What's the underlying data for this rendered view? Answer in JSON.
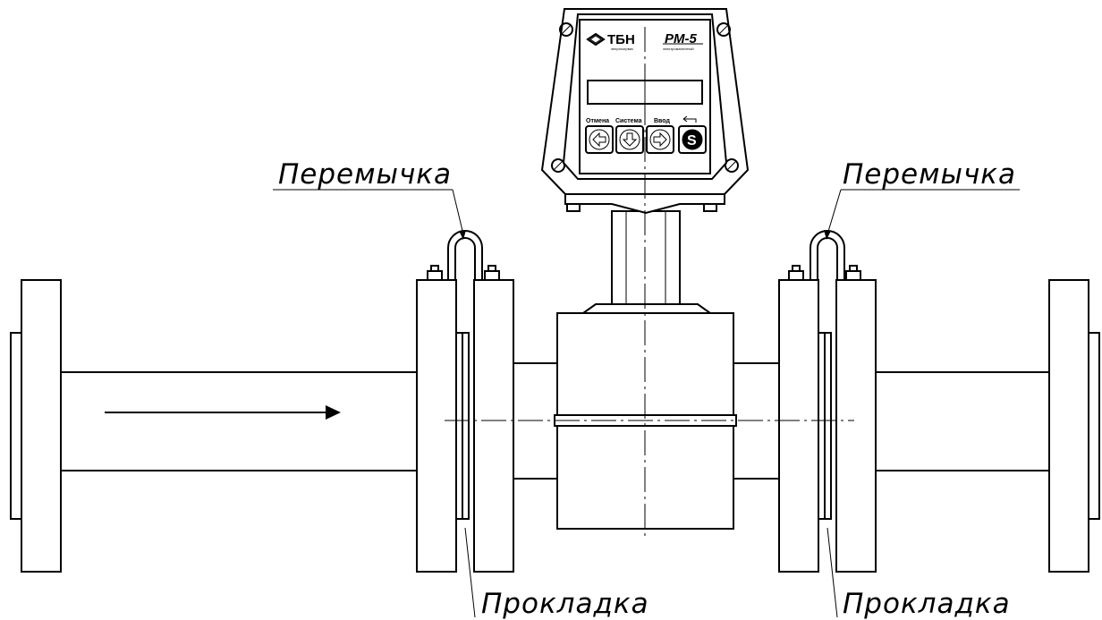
{
  "labels": {
    "jumper_left": "Перемычка",
    "jumper_right": "Перемычка",
    "gasket_left": "Прокладка",
    "gasket_right": "Прокладка"
  },
  "device": {
    "brand": "ТБН",
    "brand_sub": "энергосервис",
    "model": "РМ-5",
    "model_sub": "электромагнитный",
    "buttons": [
      {
        "label": "Отмена",
        "icon": "arrow-left-icon"
      },
      {
        "label": "Система",
        "icon": "arrow-down-icon"
      },
      {
        "label": "Ввод",
        "icon": "arrow-right-icon"
      },
      {
        "label": "",
        "icon": "s-icon"
      }
    ]
  },
  "colors": {
    "line": "#000000",
    "background": "#ffffff"
  }
}
